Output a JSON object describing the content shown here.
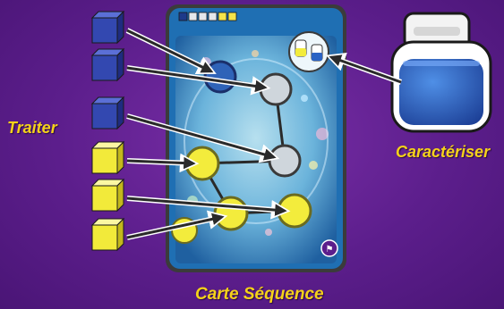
{
  "labels": {
    "process": "Traiter",
    "characterize": "Caractériser",
    "card": "Carte Séquence"
  },
  "card": {
    "progress_squares": [
      "#1e3a8a",
      "#e5e7eb",
      "#e5e7eb",
      "#e5e7eb",
      "#f5e44a",
      "#f5e44a"
    ],
    "slots": [
      {
        "color": "blue"
      },
      {
        "color": "grey"
      },
      {
        "color": "grey"
      },
      {
        "color": "yellow"
      },
      {
        "color": "yellow"
      },
      {
        "color": "yellow"
      },
      {
        "color": "yellow"
      }
    ],
    "badge_glyph": "⚑"
  },
  "cubes": [
    "blue",
    "blue",
    "blue",
    "yellow",
    "yellow",
    "yellow"
  ],
  "colors": {
    "background": "#5c1e8c",
    "label_text": "#f5d21a",
    "cube_blue": "#3348b0",
    "cube_yellow": "#f2ea3a",
    "card_blue": "#1f6fb3",
    "arrow": "#ffffff",
    "jar_liquid": "#2b63c4"
  }
}
